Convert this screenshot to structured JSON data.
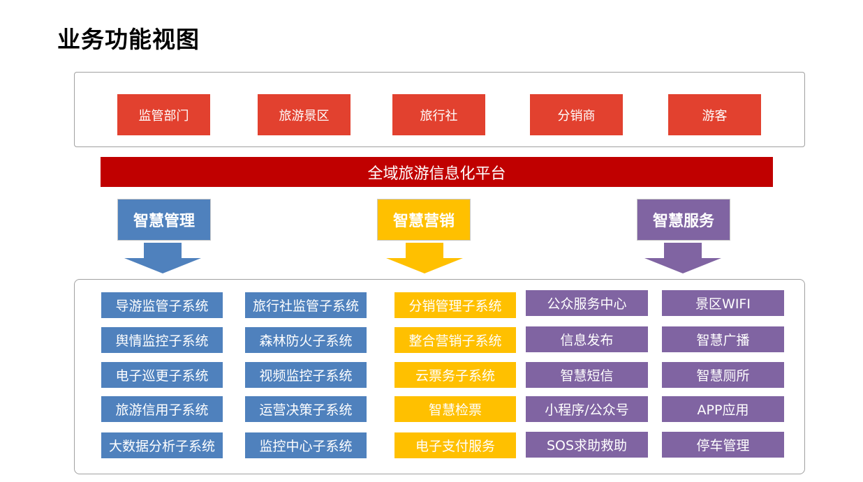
{
  "page_title": "业务功能视图",
  "stakeholders": [
    "监管部门",
    "旅游景区",
    "旅行社",
    "分销商",
    "游客"
  ],
  "platform": "全域旅游信息化平台",
  "categories": [
    {
      "label": "智慧管理",
      "color": "#4f81bd"
    },
    {
      "label": "智慧营销",
      "color": "#ffc000"
    },
    {
      "label": "智慧服务",
      "color": "#8064a2"
    }
  ],
  "management_systems": {
    "col1": [
      "导游监管子系统",
      "舆情监控子系统",
      "电子巡更子系统",
      "旅游信用子系统",
      "大数据分析子系统"
    ],
    "col2": [
      "旅行社监管子系统",
      "森林防火子系统",
      "视频监控子系统",
      "运营决策子系统",
      "监控中心子系统"
    ]
  },
  "marketing_systems": [
    "分销管理子系统",
    "整合营销子系统",
    "云票务子系统",
    "智慧检票",
    "电子支付服务"
  ],
  "service_systems": {
    "col1": [
      "公众服务中心",
      "信息发布",
      "智慧短信",
      "小程序/公众号",
      "SOS求助救助"
    ],
    "col2": [
      "景区WIFI",
      "智慧广播",
      "智慧厕所",
      "APP应用",
      "停车管理"
    ]
  }
}
